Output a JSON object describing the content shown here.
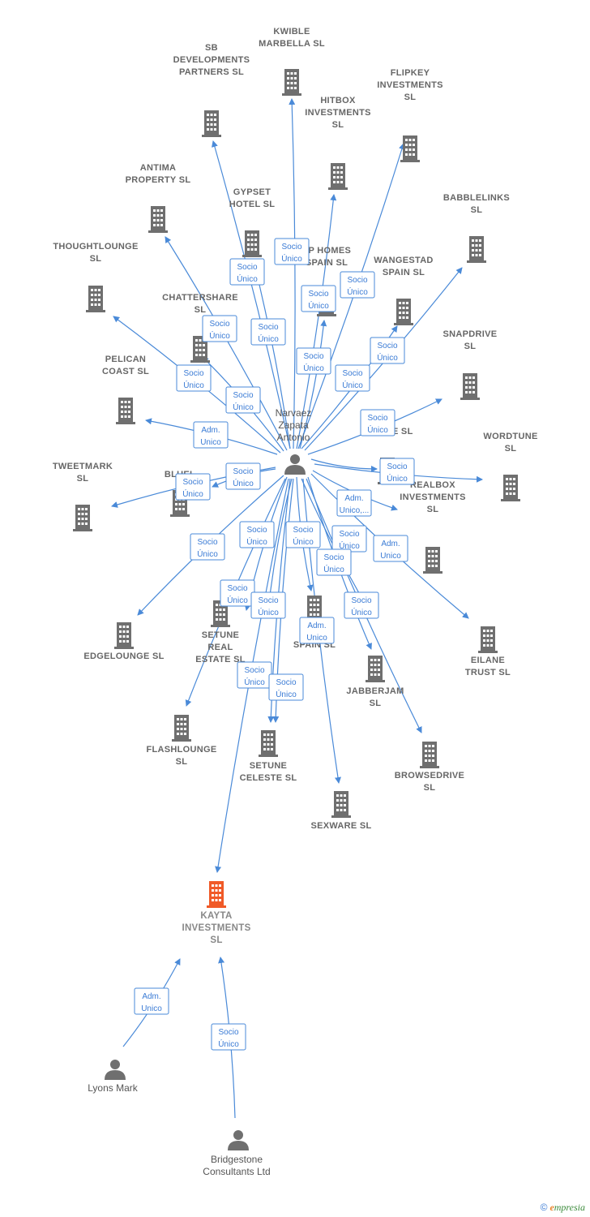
{
  "center": {
    "label_lines": [
      "Narvaez",
      "Zapata",
      "Antonio"
    ]
  },
  "companies": [
    {
      "id": "kwible",
      "lines": [
        "KWIBLE",
        "MARBELLA  SL"
      ]
    },
    {
      "id": "sbdev",
      "lines": [
        "SB",
        "DEVELOPMENTS",
        "PARTNERS  SL"
      ]
    },
    {
      "id": "flipkey",
      "lines": [
        "FLIPKEY",
        "INVESTMENTS",
        "SL"
      ]
    },
    {
      "id": "hitbox",
      "lines": [
        "HITBOX",
        "INVESTMENTS",
        "SL"
      ]
    },
    {
      "id": "antima",
      "lines": [
        "ANTIMA",
        "PROPERTY  SL"
      ]
    },
    {
      "id": "gypset",
      "lines": [
        "GYPSET",
        "HOTEL  SL"
      ]
    },
    {
      "id": "babblelinks",
      "lines": [
        "BABBLELINKS",
        "SL"
      ]
    },
    {
      "id": "thoughtlounge",
      "lines": [
        "THOUGHTLOUNGE",
        "SL"
      ]
    },
    {
      "id": "sphomes",
      "lines": [
        "SP HOMES",
        "SPAIN  SL"
      ]
    },
    {
      "id": "wangestad",
      "lines": [
        "WANGESTAD",
        "SPAIN  SL"
      ]
    },
    {
      "id": "chattershare",
      "lines": [
        "CHATTERSHARE",
        "SL"
      ]
    },
    {
      "id": "snapdrive",
      "lines": [
        "SNAPDRIVE",
        "SL"
      ]
    },
    {
      "id": "pelican",
      "lines": [
        "PELICAN",
        "COAST SL"
      ]
    },
    {
      "id": "marine",
      "lines": [
        "NE",
        "MARINE  SL"
      ]
    },
    {
      "id": "wordtune",
      "lines": [
        "WORDTUNE",
        "SL"
      ]
    },
    {
      "id": "tweetmark",
      "lines": [
        "TWEETMARK",
        "SL"
      ]
    },
    {
      "id": "bluel",
      "lines": [
        "BLUEL"
      ]
    },
    {
      "id": "realbox",
      "lines": [
        "REALBOX",
        "INVESTMENTS",
        "SL"
      ]
    },
    {
      "id": "edgelounge",
      "lines": [
        "EDGELOUNGE SL"
      ]
    },
    {
      "id": "setunereal",
      "lines": [
        "SETUNE",
        "REAL",
        "ESTATE  SL"
      ]
    },
    {
      "id": "sspain",
      "lines": [
        "S",
        "SPAIN  SL"
      ]
    },
    {
      "id": "eilane",
      "lines": [
        "EILANE",
        "TRUST  SL"
      ]
    },
    {
      "id": "jabberjam",
      "lines": [
        "JABBERJAM",
        "SL"
      ]
    },
    {
      "id": "flashlounge",
      "lines": [
        "FLASHLOUNGE",
        "SL"
      ]
    },
    {
      "id": "setuneceleste",
      "lines": [
        "SETUNE",
        "CELESTE  SL"
      ]
    },
    {
      "id": "browsedrive",
      "lines": [
        "BROWSEDRIVE",
        "SL"
      ]
    },
    {
      "id": "sexware",
      "lines": [
        "SEXWARE SL"
      ]
    },
    {
      "id": "kayta",
      "lines": [
        "KAYTA",
        "INVESTMENTS",
        "SL"
      ],
      "focus": true
    }
  ],
  "persons": [
    {
      "id": "lyons",
      "lines": [
        "Lyons Mark"
      ]
    },
    {
      "id": "bridgestone",
      "lines": [
        "Bridgestone",
        "Consultants Ltd"
      ]
    }
  ],
  "edge_labels": [
    {
      "id": "e-sbdev",
      "lines": [
        "Socio",
        "Único"
      ]
    },
    {
      "id": "e-kwible",
      "lines": [
        "Socio",
        "Único"
      ]
    },
    {
      "id": "e-flipkey",
      "lines": [
        "Socio",
        "Único"
      ]
    },
    {
      "id": "e-hitbox",
      "lines": [
        "Socio",
        "Único"
      ]
    },
    {
      "id": "e-gypset",
      "lines": [
        "Socio",
        "Único"
      ]
    },
    {
      "id": "e-antima",
      "lines": [
        "Socio",
        "Único"
      ]
    },
    {
      "id": "e-sphomes",
      "lines": [
        "Socio",
        "Único"
      ]
    },
    {
      "id": "e-wangestad",
      "lines": [
        "Socio",
        "Único"
      ]
    },
    {
      "id": "e-babblelinks",
      "lines": [
        "Socio",
        "Único"
      ]
    },
    {
      "id": "e-thoughtlounge",
      "lines": [
        "Socio",
        "Único"
      ]
    },
    {
      "id": "e-chattershare",
      "lines": [
        "Socio",
        "Único"
      ]
    },
    {
      "id": "e-snapdrive",
      "lines": [
        "Socio",
        "Único"
      ]
    },
    {
      "id": "e-pelican",
      "lines": [
        "Adm.",
        "Unico"
      ]
    },
    {
      "id": "e-marine",
      "lines": [
        "Socio",
        "Único"
      ]
    },
    {
      "id": "e-wordtune",
      "lines": [
        "Socio",
        "Único"
      ]
    },
    {
      "id": "e-tweetmark",
      "lines": [
        "Socio",
        "Único"
      ]
    },
    {
      "id": "e-bluel",
      "lines": [
        "Socio",
        "Único"
      ]
    },
    {
      "id": "e-realbox-adm",
      "lines": [
        "Adm.",
        "Unico,..."
      ]
    },
    {
      "id": "e-realbox",
      "lines": [
        "Adm.",
        "Unico"
      ]
    },
    {
      "id": "e-edgelounge",
      "lines": [
        "Socio",
        "Único"
      ]
    },
    {
      "id": "e-setunereal",
      "lines": [
        "Socio",
        "Único"
      ]
    },
    {
      "id": "e-sspain",
      "lines": [
        "Socio",
        "Único"
      ]
    },
    {
      "id": "e-eilane",
      "lines": [
        "Socio",
        "Único"
      ]
    },
    {
      "id": "e-jabberjam",
      "lines": [
        "Socio",
        "Único"
      ]
    },
    {
      "id": "e-setunereal2",
      "lines": [
        "Socio",
        "Único"
      ]
    },
    {
      "id": "e-setunereal3",
      "lines": [
        "Socio",
        "Único"
      ]
    },
    {
      "id": "e-sexware",
      "lines": [
        "Adm.",
        "Unico"
      ]
    },
    {
      "id": "e-browsedrive",
      "lines": [
        "Socio",
        "Único"
      ]
    },
    {
      "id": "e-flashlounge",
      "lines": [
        "Socio",
        "Único"
      ]
    },
    {
      "id": "e-setuneceleste",
      "lines": [
        "Socio",
        "Único"
      ]
    },
    {
      "id": "e-lyons",
      "lines": [
        "Adm.",
        "Unico"
      ]
    },
    {
      "id": "e-bridgestone",
      "lines": [
        "Socio",
        "Único"
      ]
    }
  ],
  "brand": {
    "copyright": "©",
    "first_letter": "e",
    "rest": "mpresia"
  },
  "colors": {
    "edge": "#4a8ad8",
    "building": "#6f6f6f",
    "focus_building": "#f05a28",
    "person": "#6f6f6f"
  }
}
